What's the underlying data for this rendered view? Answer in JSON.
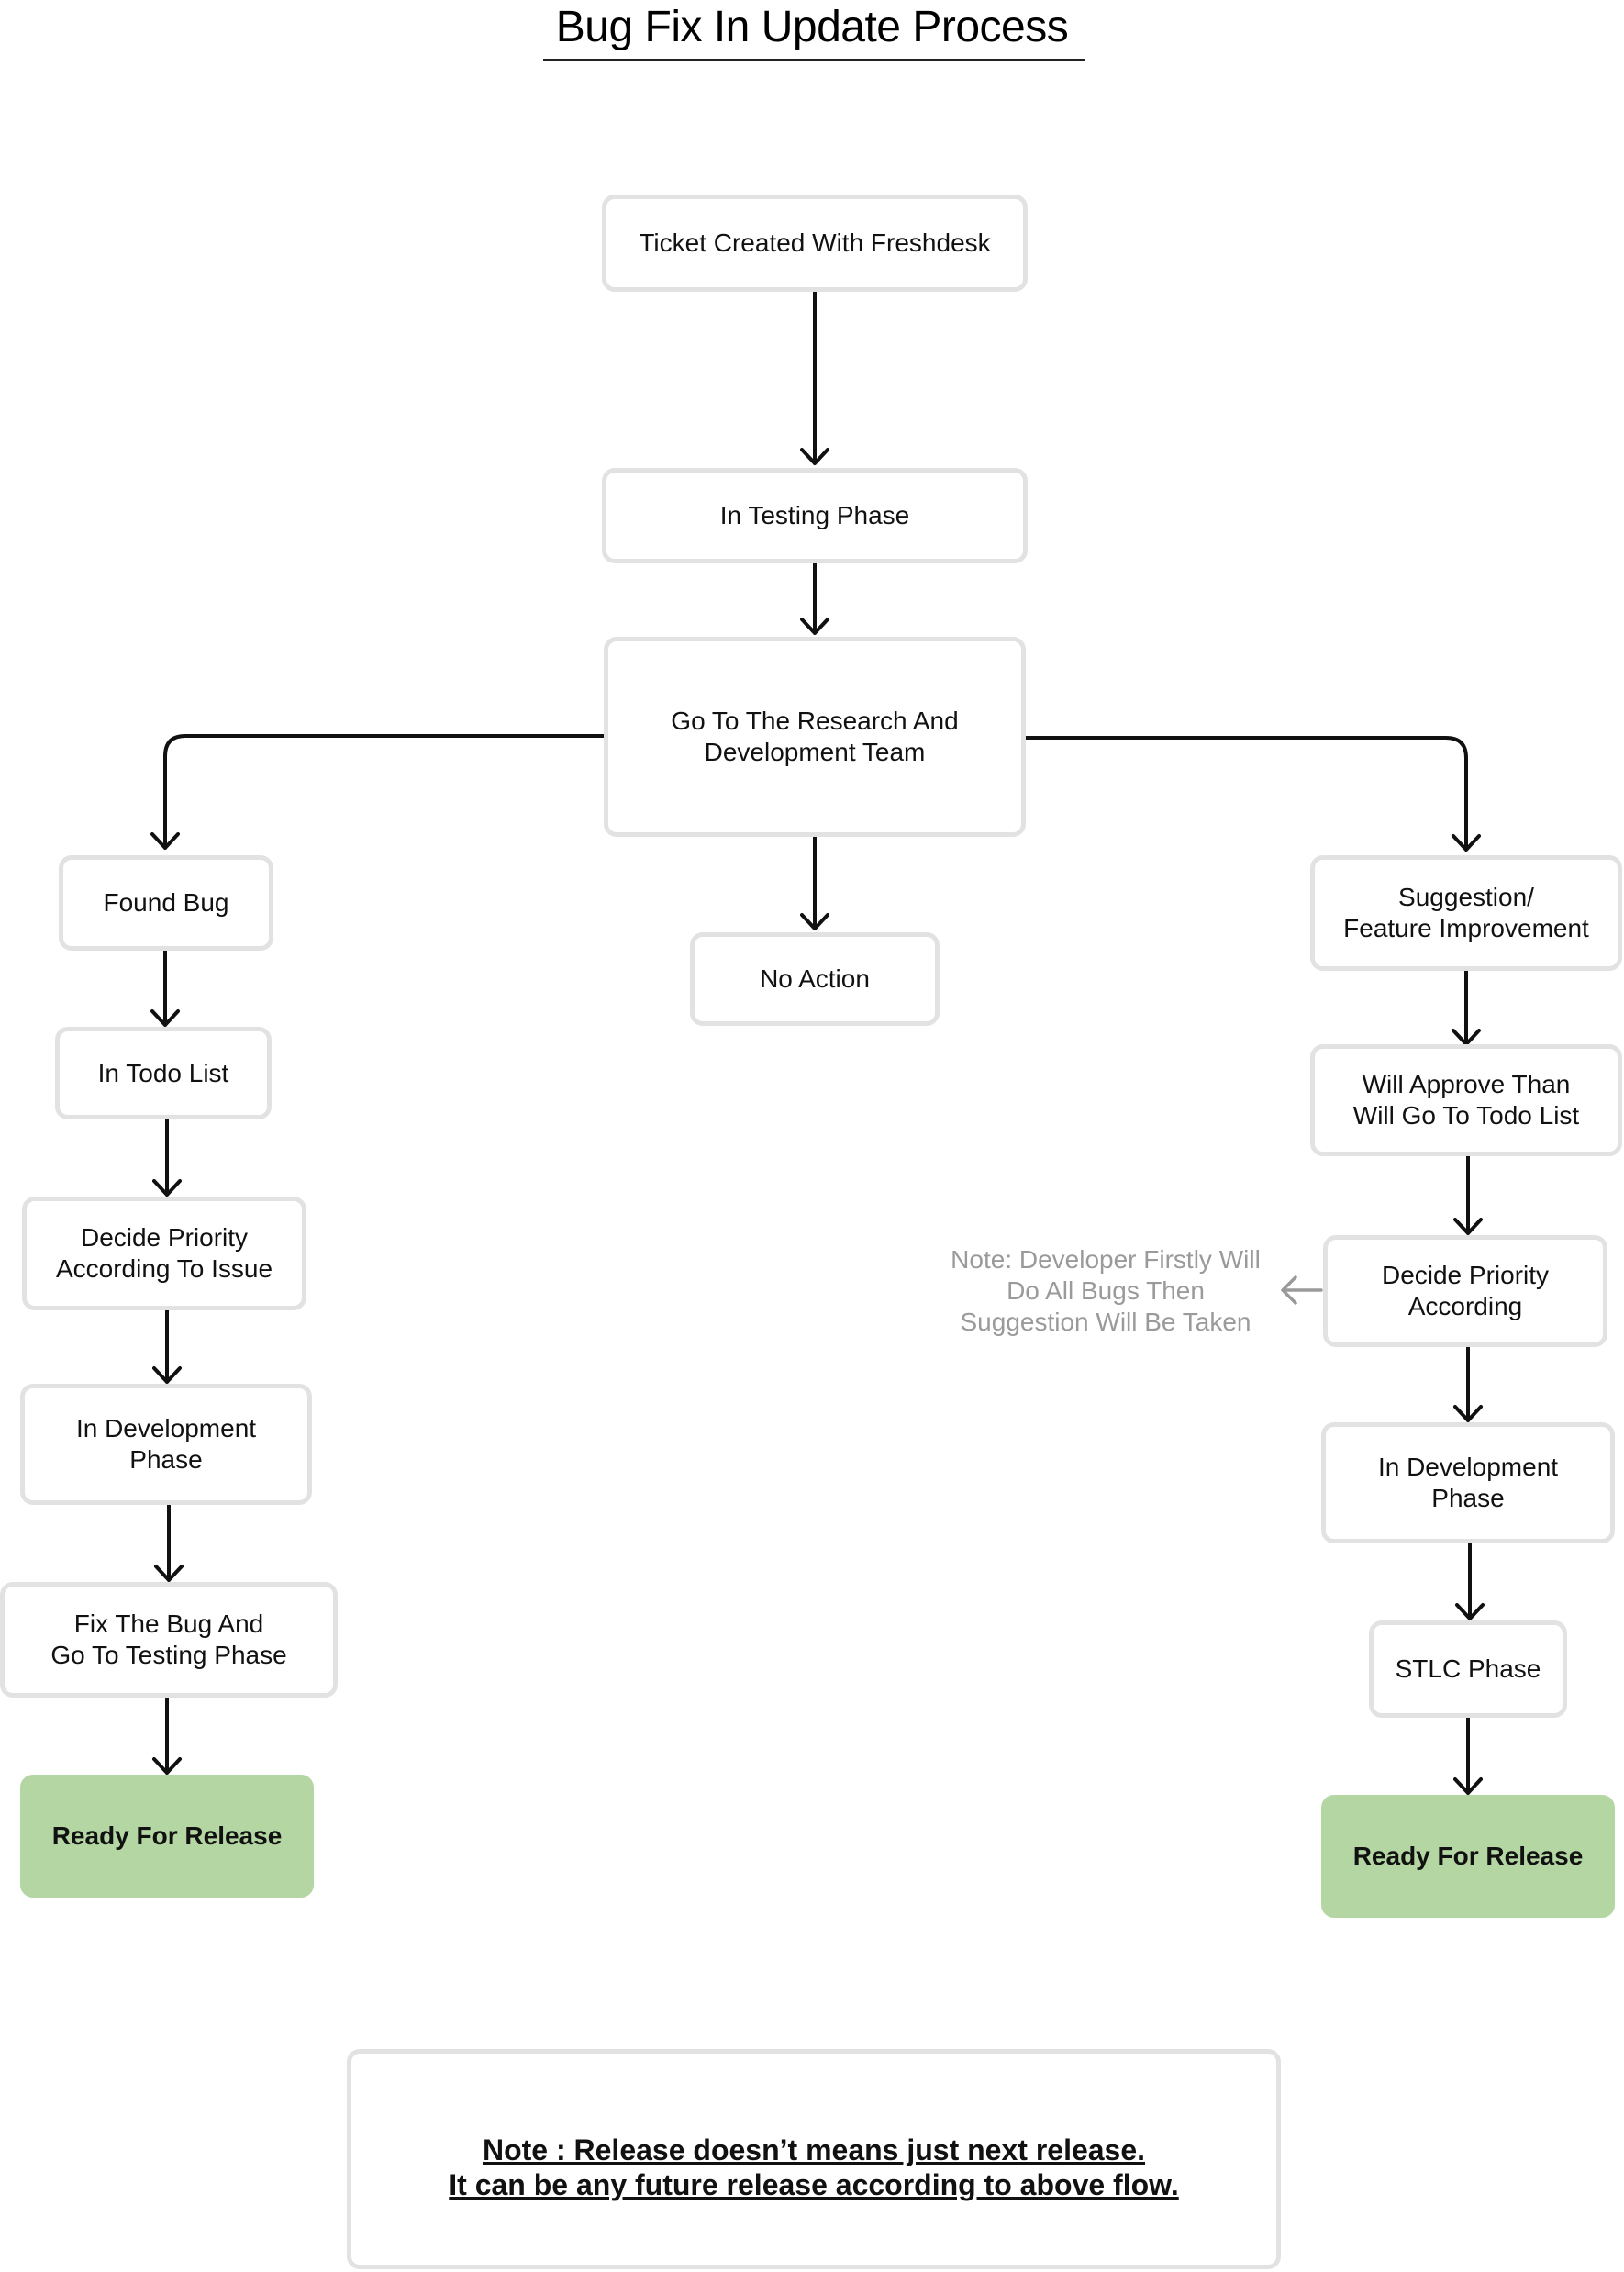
{
  "title": "Bug Fix In Update Process",
  "nodes": {
    "ticket": "Ticket Created With Freshdesk",
    "testing": "In Testing Phase",
    "research": "Go To The Research And\nDevelopment Team",
    "no_action": "No Action",
    "found_bug": "Found Bug",
    "todo_list": "In Todo List",
    "decide_issue": "Decide Priority\nAccording To Issue",
    "dev_left": "In Development\nPhase",
    "fix_bug": "Fix The Bug And\nGo To Testing Phase",
    "release_left": "Ready For Release",
    "suggestion": "Suggestion/\nFeature Improvement",
    "approve": "Will Approve Than\nWill Go To Todo List",
    "decide_according": "Decide Priority\nAccording",
    "dev_right": "In Development\nPhase",
    "stlc": "STLC Phase",
    "release_right": "Ready For Release"
  },
  "side_note": "Note: Developer Firstly Will\nDo All Bugs Then\nSuggestion Will Be Taken",
  "footer_note": {
    "line1": "Note : Release doesn’t means just next release.",
    "line2": "It can be any future release according to above flow."
  },
  "colors": {
    "node_border": "#e2e2e2",
    "release_fill": "#b3d6a3",
    "edge": "#111111",
    "note_text": "#9a9a9a",
    "note_arrow": "#9a9a9a"
  }
}
